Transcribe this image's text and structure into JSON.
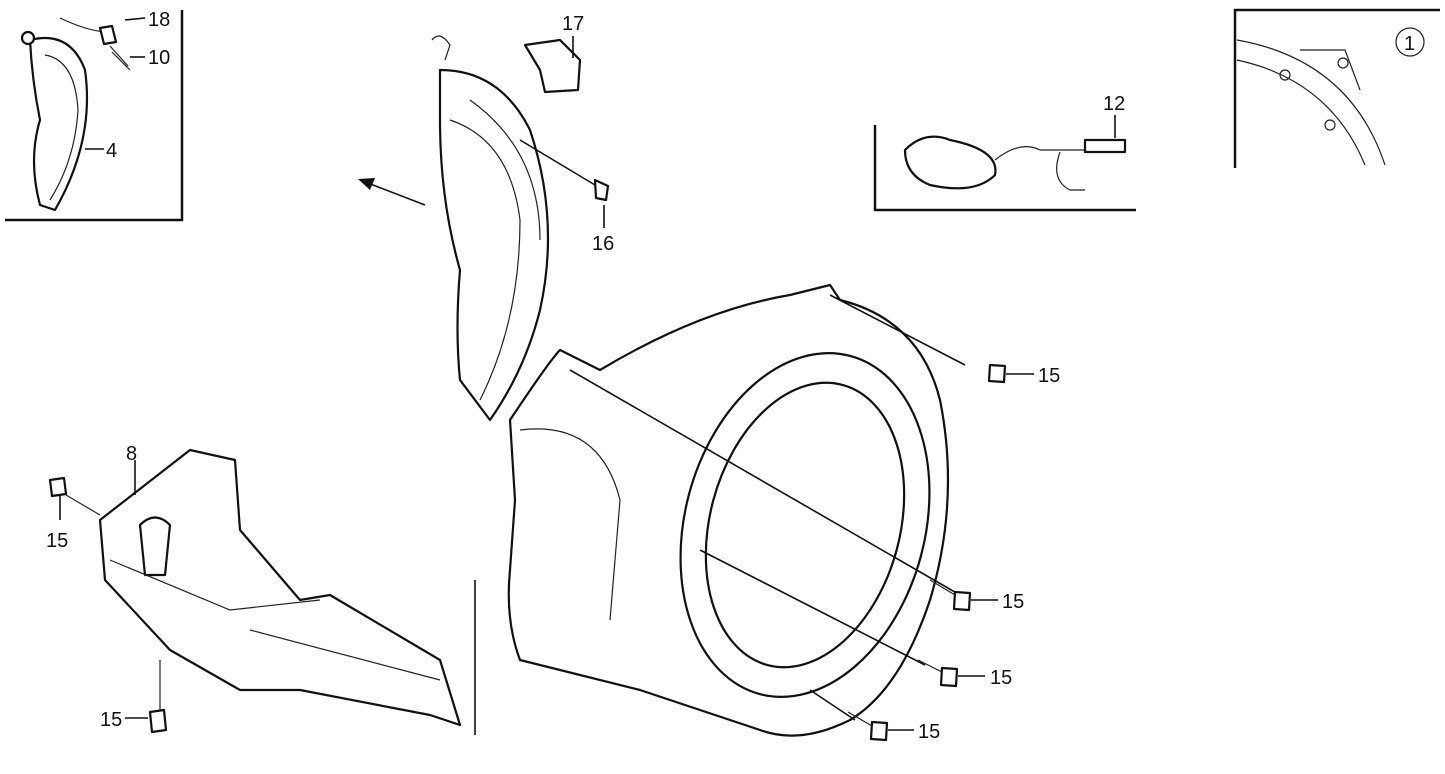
{
  "diagram": {
    "callouts": {
      "c18": "18",
      "c10": "10",
      "c4": "4",
      "c17": "17",
      "c16": "16",
      "c12": "12",
      "c1": "1",
      "c8": "8",
      "c15a": "15",
      "c15b": "15",
      "c15c": "15",
      "c15d": "15",
      "c15e": "15",
      "c15f": "15"
    }
  }
}
